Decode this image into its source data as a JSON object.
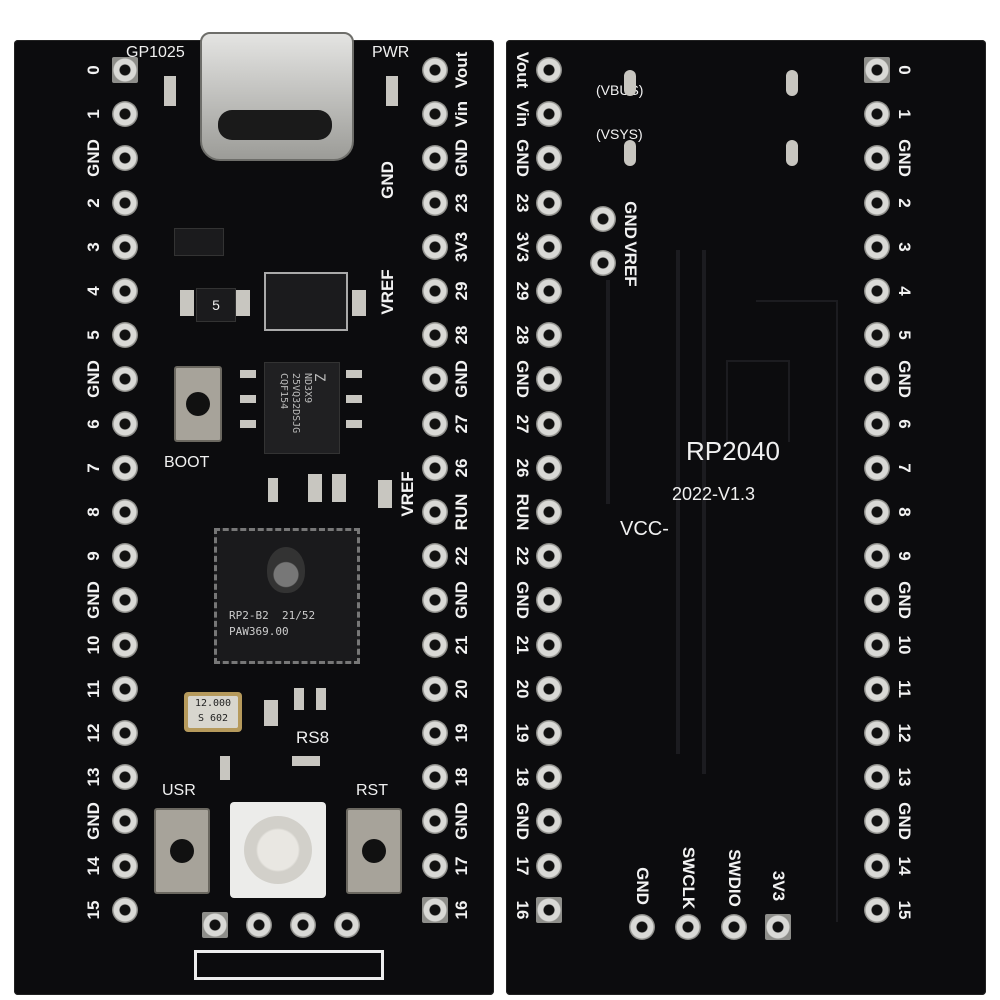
{
  "front": {
    "top_labels": {
      "gp": "GP1025",
      "pwr": "PWR"
    },
    "left_pins": [
      "0",
      "1",
      "GND",
      "2",
      "3",
      "4",
      "5",
      "GND",
      "6",
      "7",
      "8",
      "9",
      "GND",
      "10",
      "11",
      "12",
      "13",
      "GND",
      "14",
      "15"
    ],
    "right_pins": [
      "Vout",
      "Vin",
      "GND",
      "23",
      "3V3",
      "29",
      "28",
      "GND",
      "27",
      "26",
      "RUN",
      "22",
      "GND",
      "21",
      "20",
      "19",
      "18",
      "GND",
      "17",
      "16"
    ],
    "inner_labels": {
      "gnd": "GND",
      "vref1": "VREF",
      "vref2": "VREF"
    },
    "flash_chip": {
      "logo": "Z",
      "line1": "ND3X9",
      "line2": "25VQ32DSJG",
      "line3": "CQF154"
    },
    "regulator_mark": "5",
    "main_chip": {
      "line1": "RP2-B2  21/52",
      "line2": "PAW369.00"
    },
    "crystal": {
      "line1": "12.000",
      "line2": "S 602"
    },
    "buttons": {
      "boot": "BOOT",
      "usr": "USR",
      "rst": "RST"
    },
    "rs8": "RS8"
  },
  "back": {
    "left_pins": [
      "Vout",
      "Vin",
      "GND",
      "23",
      "3V3",
      "29",
      "28",
      "GND",
      "27",
      "26",
      "RUN",
      "22",
      "GND",
      "21",
      "20",
      "19",
      "18",
      "GND",
      "17",
      "16"
    ],
    "right_pins": [
      "0",
      "1",
      "GND",
      "2",
      "3",
      "4",
      "5",
      "GND",
      "6",
      "7",
      "8",
      "9",
      "GND",
      "10",
      "11",
      "12",
      "13",
      "GND",
      "14",
      "15"
    ],
    "vbus": "(VBUS)",
    "vsys": "(VSYS)",
    "gnd_vref": [
      "GND",
      "VREF"
    ],
    "title": "RP2040",
    "version": "2022-V1.3",
    "vcc": "VCC-",
    "swd": [
      "GND",
      "SWCLK",
      "SWDIO",
      "3V3"
    ]
  },
  "colors": {
    "pcb": "#0c0c0e",
    "silk": "#f2f2f2",
    "pad": "#d9d9d6"
  }
}
